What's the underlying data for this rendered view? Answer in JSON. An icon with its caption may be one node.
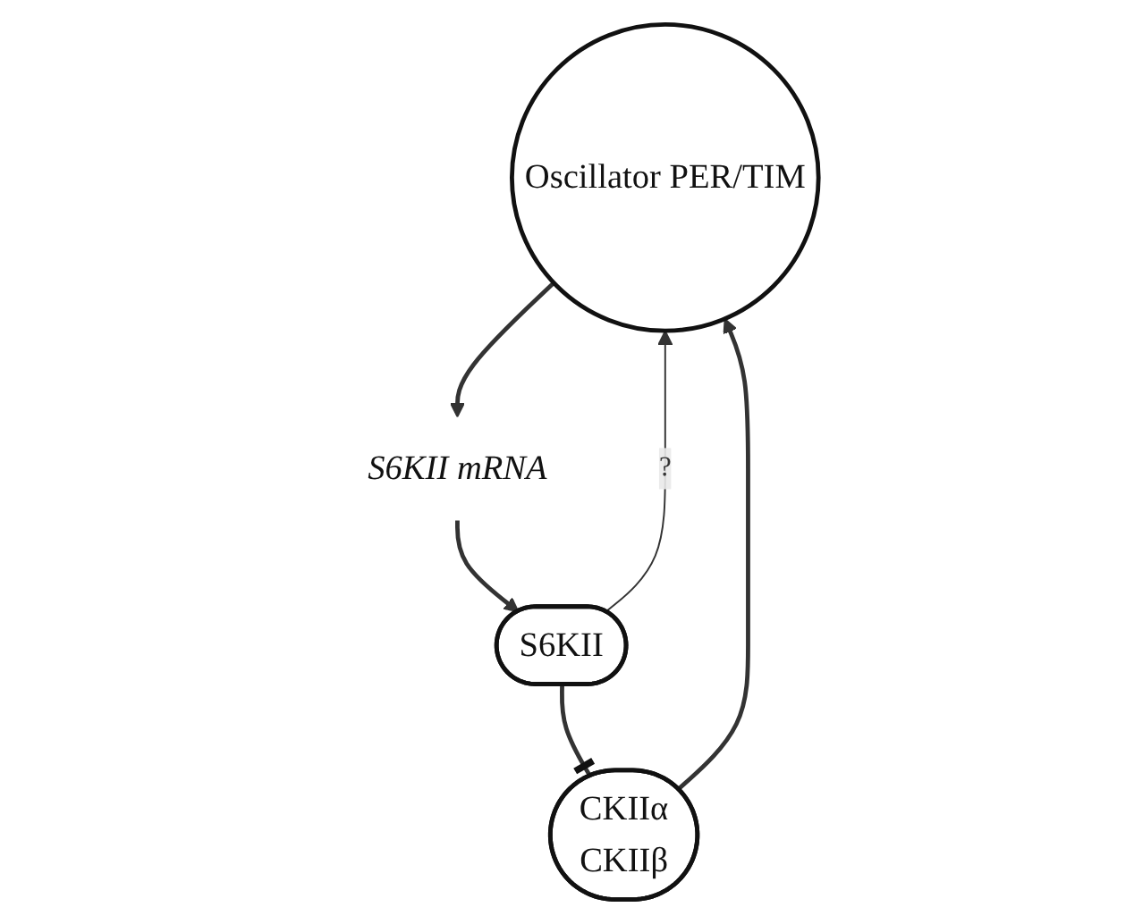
{
  "diagram": {
    "nodes": [
      {
        "text": [
          "Oscillator PER/TIM"
        ]
      },
      {
        "text": [
          "S6KII mRNA"
        ]
      },
      {
        "text": [
          "S6KII"
        ]
      },
      {
        "text": [
          "CKIIα",
          "CKIIβ"
        ]
      }
    ],
    "edges": [
      {
        "from": 0,
        "to": 1,
        "arrow": "to"
      },
      {
        "from": 1,
        "to": 2,
        "arrow": "to"
      },
      {
        "from": 2,
        "to": 3,
        "arrow": "other"
      },
      {
        "from": 3,
        "to": 0,
        "arrow": "to"
      },
      {
        "from": 2,
        "to": 0,
        "arrow": "to",
        "label": "?"
      }
    ]
  }
}
